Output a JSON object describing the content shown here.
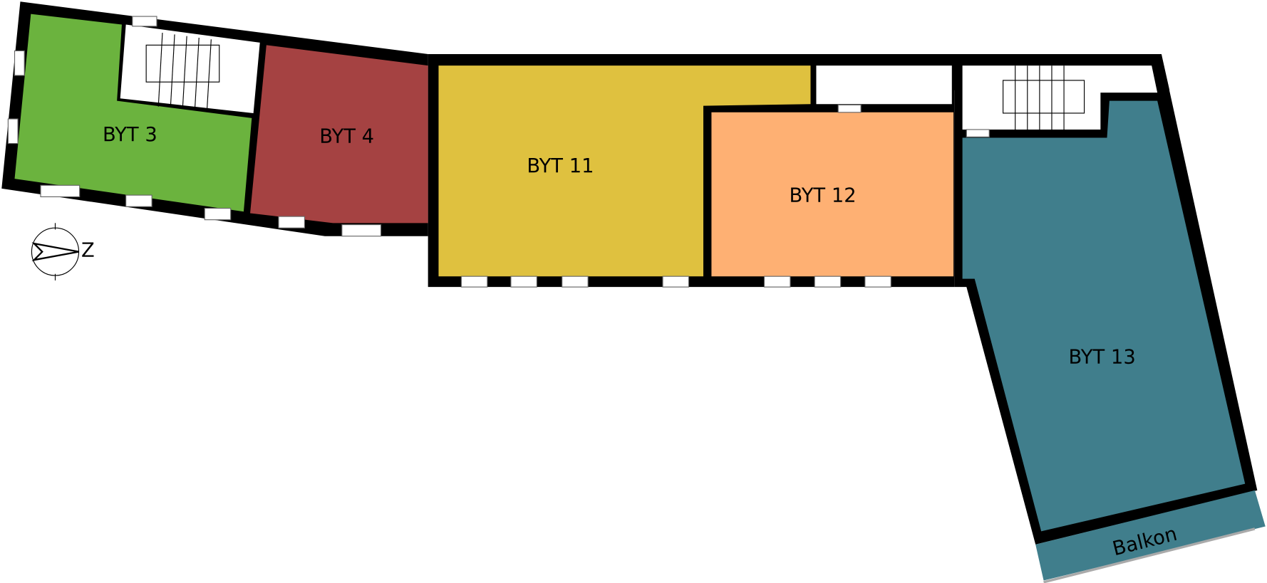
{
  "plan": {
    "apartments": [
      {
        "label": "BYT 3",
        "color": "#6bb33e"
      },
      {
        "label": "BYT 4",
        "color": "#a54242"
      },
      {
        "label": "BYT 11",
        "color": "#dfc13f"
      },
      {
        "label": "BYT 12",
        "color": "#feb073"
      },
      {
        "label": "BYT 13",
        "color": "#407e8c"
      }
    ],
    "balcony": {
      "label": "Balkon",
      "color": "#407e8c"
    },
    "compass": {
      "label": "Z"
    }
  }
}
